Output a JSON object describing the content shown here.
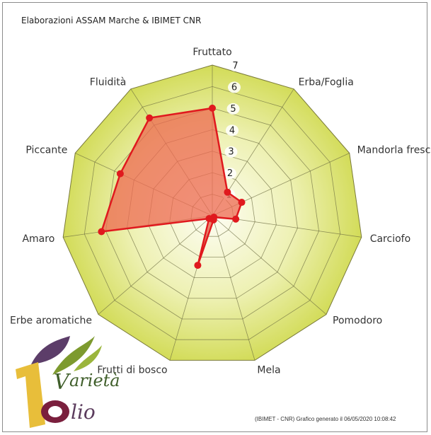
{
  "header": {
    "title": "Elaborazioni ASSAM Marche & IBIMET CNR"
  },
  "footer": {
    "text": "(IBIMET - CNR) Grafico generato il 06/05/2020 10:08:42"
  },
  "logo": {
    "line1": "arietà",
    "line2": "lio"
  },
  "colors": {
    "polygon_fill_outer": "#d3dc5a",
    "polygon_fill_inner": "#fbfbe8",
    "series_line": "#e0191e",
    "series_fill": "#ee6a52"
  },
  "chart_data": {
    "type": "radar",
    "title": "",
    "scale": {
      "min": 0,
      "max": 7,
      "ticks": [
        "1",
        "2",
        "3",
        "4",
        "5",
        "6",
        "7"
      ]
    },
    "axes": [
      "Fruttato",
      "Erba/Foglia",
      "Mandorla fresca",
      "Carciofo",
      "Pomodoro",
      "Mela",
      "Frutti di bosco",
      "Erbe aromatiche",
      "Amaro",
      "Piccante",
      "Fluidità"
    ],
    "series": [
      {
        "values": [
          5.0,
          1.3,
          1.5,
          1.1,
          0.1,
          0.2,
          2.4,
          0.2,
          5.2,
          4.7,
          5.4
        ]
      }
    ],
    "grid": true
  }
}
